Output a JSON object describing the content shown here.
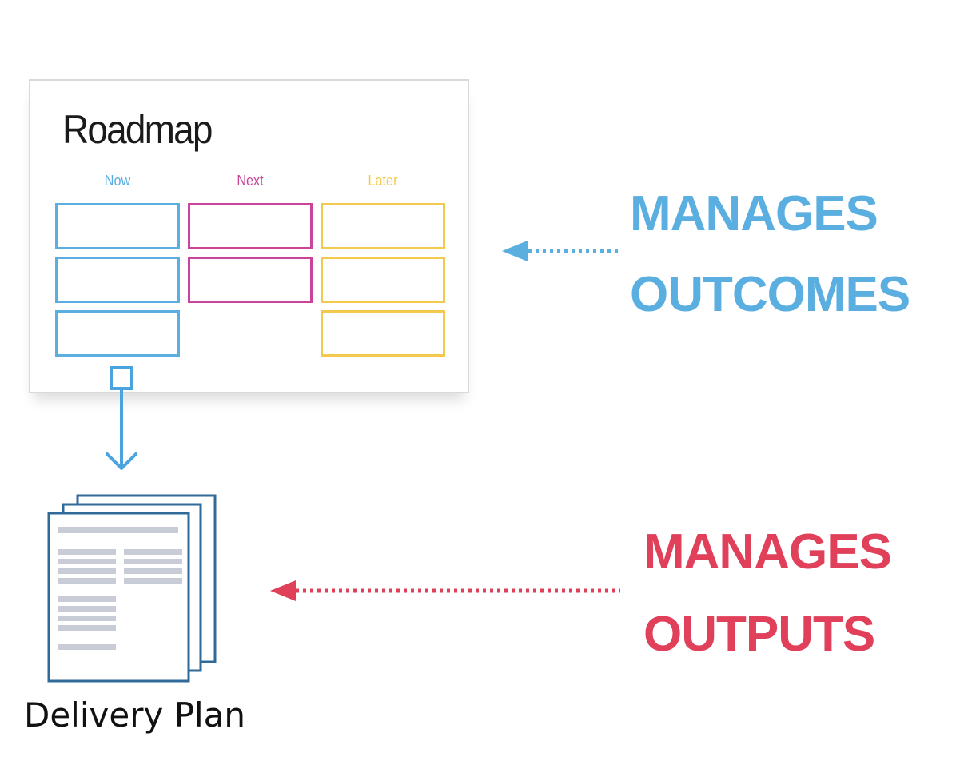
{
  "roadmap": {
    "title": "Roadmap",
    "columns": [
      {
        "label": "Now",
        "color": "#5aaee0",
        "slots": 3
      },
      {
        "label": "Next",
        "color": "#c9449a",
        "slots": 2
      },
      {
        "label": "Later",
        "color": "#f2c94c",
        "slots": 3
      }
    ]
  },
  "outcomes_label": {
    "line1": "MANAGES",
    "line2": "OUTCOMES",
    "color": "#5aaee0"
  },
  "outputs_label": {
    "line1": "MANAGES",
    "line2": "OUTPUTS",
    "color": "#e0405a"
  },
  "delivery_plan": {
    "caption": "Delivery Plan",
    "icon": "document-stack-icon"
  },
  "colors": {
    "connector": "#4aa3dd",
    "doc_border": "#2f6a99",
    "doc_lines": "#c7ccd6"
  }
}
